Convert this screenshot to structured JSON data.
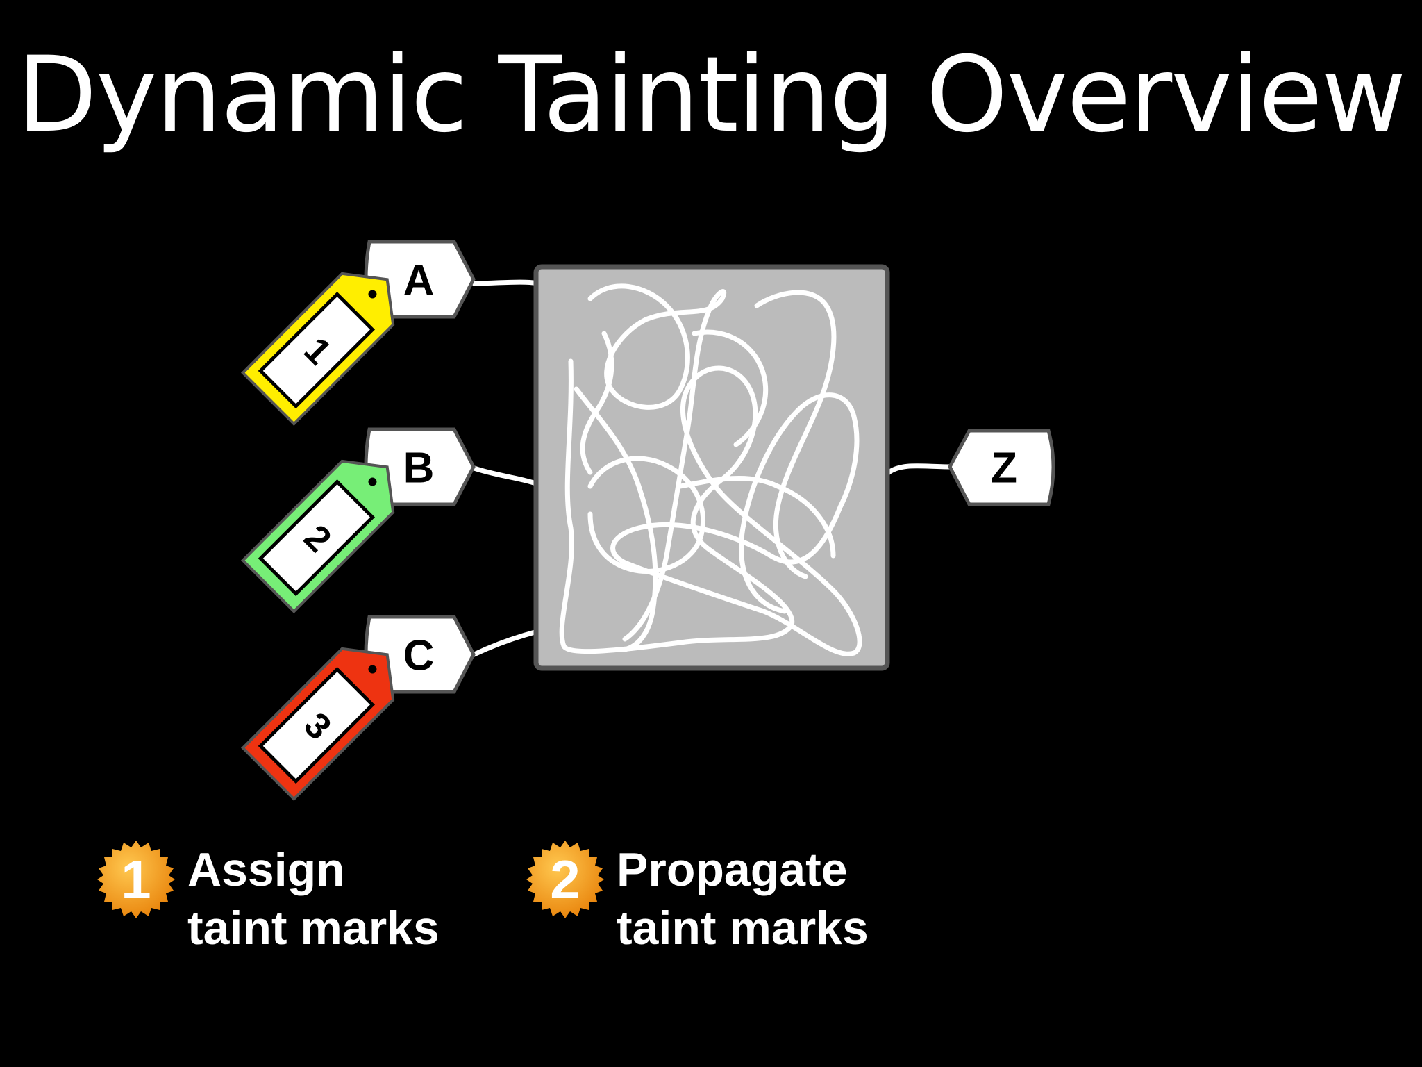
{
  "title": "Dynamic Tainting Overview",
  "inputs": [
    {
      "label": "A",
      "tag": "1",
      "tag_color": "#ffee00"
    },
    {
      "label": "B",
      "tag": "2",
      "tag_color": "#77ee77"
    },
    {
      "label": "C",
      "tag": "3",
      "tag_color": "#ee3311"
    }
  ],
  "output": {
    "label": "Z"
  },
  "steps": [
    {
      "number": "1",
      "line1": "Assign",
      "line2": "taint marks"
    },
    {
      "number": "2",
      "line1": "Propagate",
      "line2": "taint marks"
    }
  ],
  "colors": {
    "background": "#000000",
    "box_fill": "#bbbbbb",
    "box_stroke": "#555555",
    "node_fill": "#ffffff",
    "badge_orange": "#f59a1b"
  }
}
